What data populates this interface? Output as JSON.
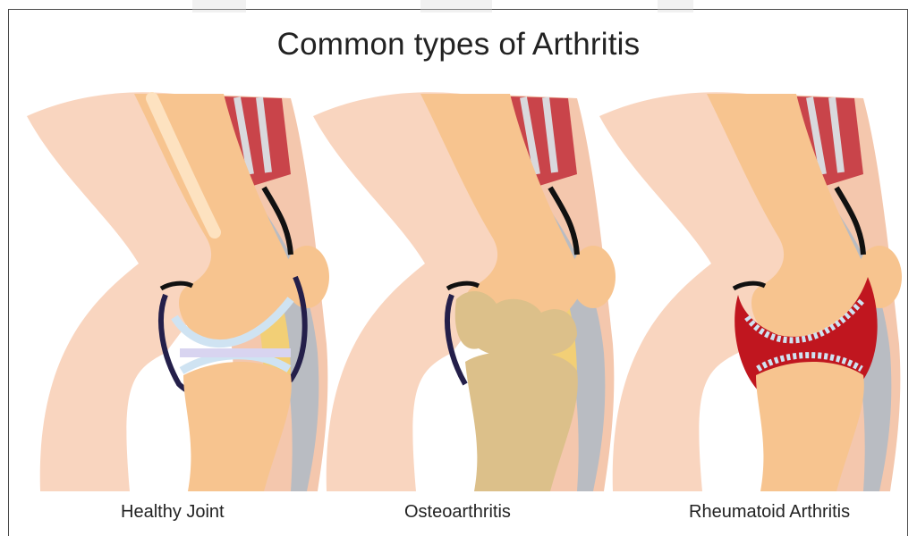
{
  "title": "Common types of Arthritis",
  "panels": [
    {
      "caption": "Healthy Joint",
      "condition": "healthy"
    },
    {
      "caption": "Osteoarthritis",
      "condition": "osteo"
    },
    {
      "caption": "Rheumatoid Arthritis",
      "condition": "rheumatoid"
    }
  ],
  "colors": {
    "skin": "#f9d5bf",
    "bone": "#f7c48f",
    "bone_highlight": "#fde2c0",
    "muscle": "#c9444a",
    "ligament": "#b9bcc2",
    "cartilage": "#cfe3f2",
    "fat": "#f2cf76",
    "synovium": "#241f4a",
    "worn_bone": "#dcc08a",
    "inflammation": "#c0161f"
  }
}
